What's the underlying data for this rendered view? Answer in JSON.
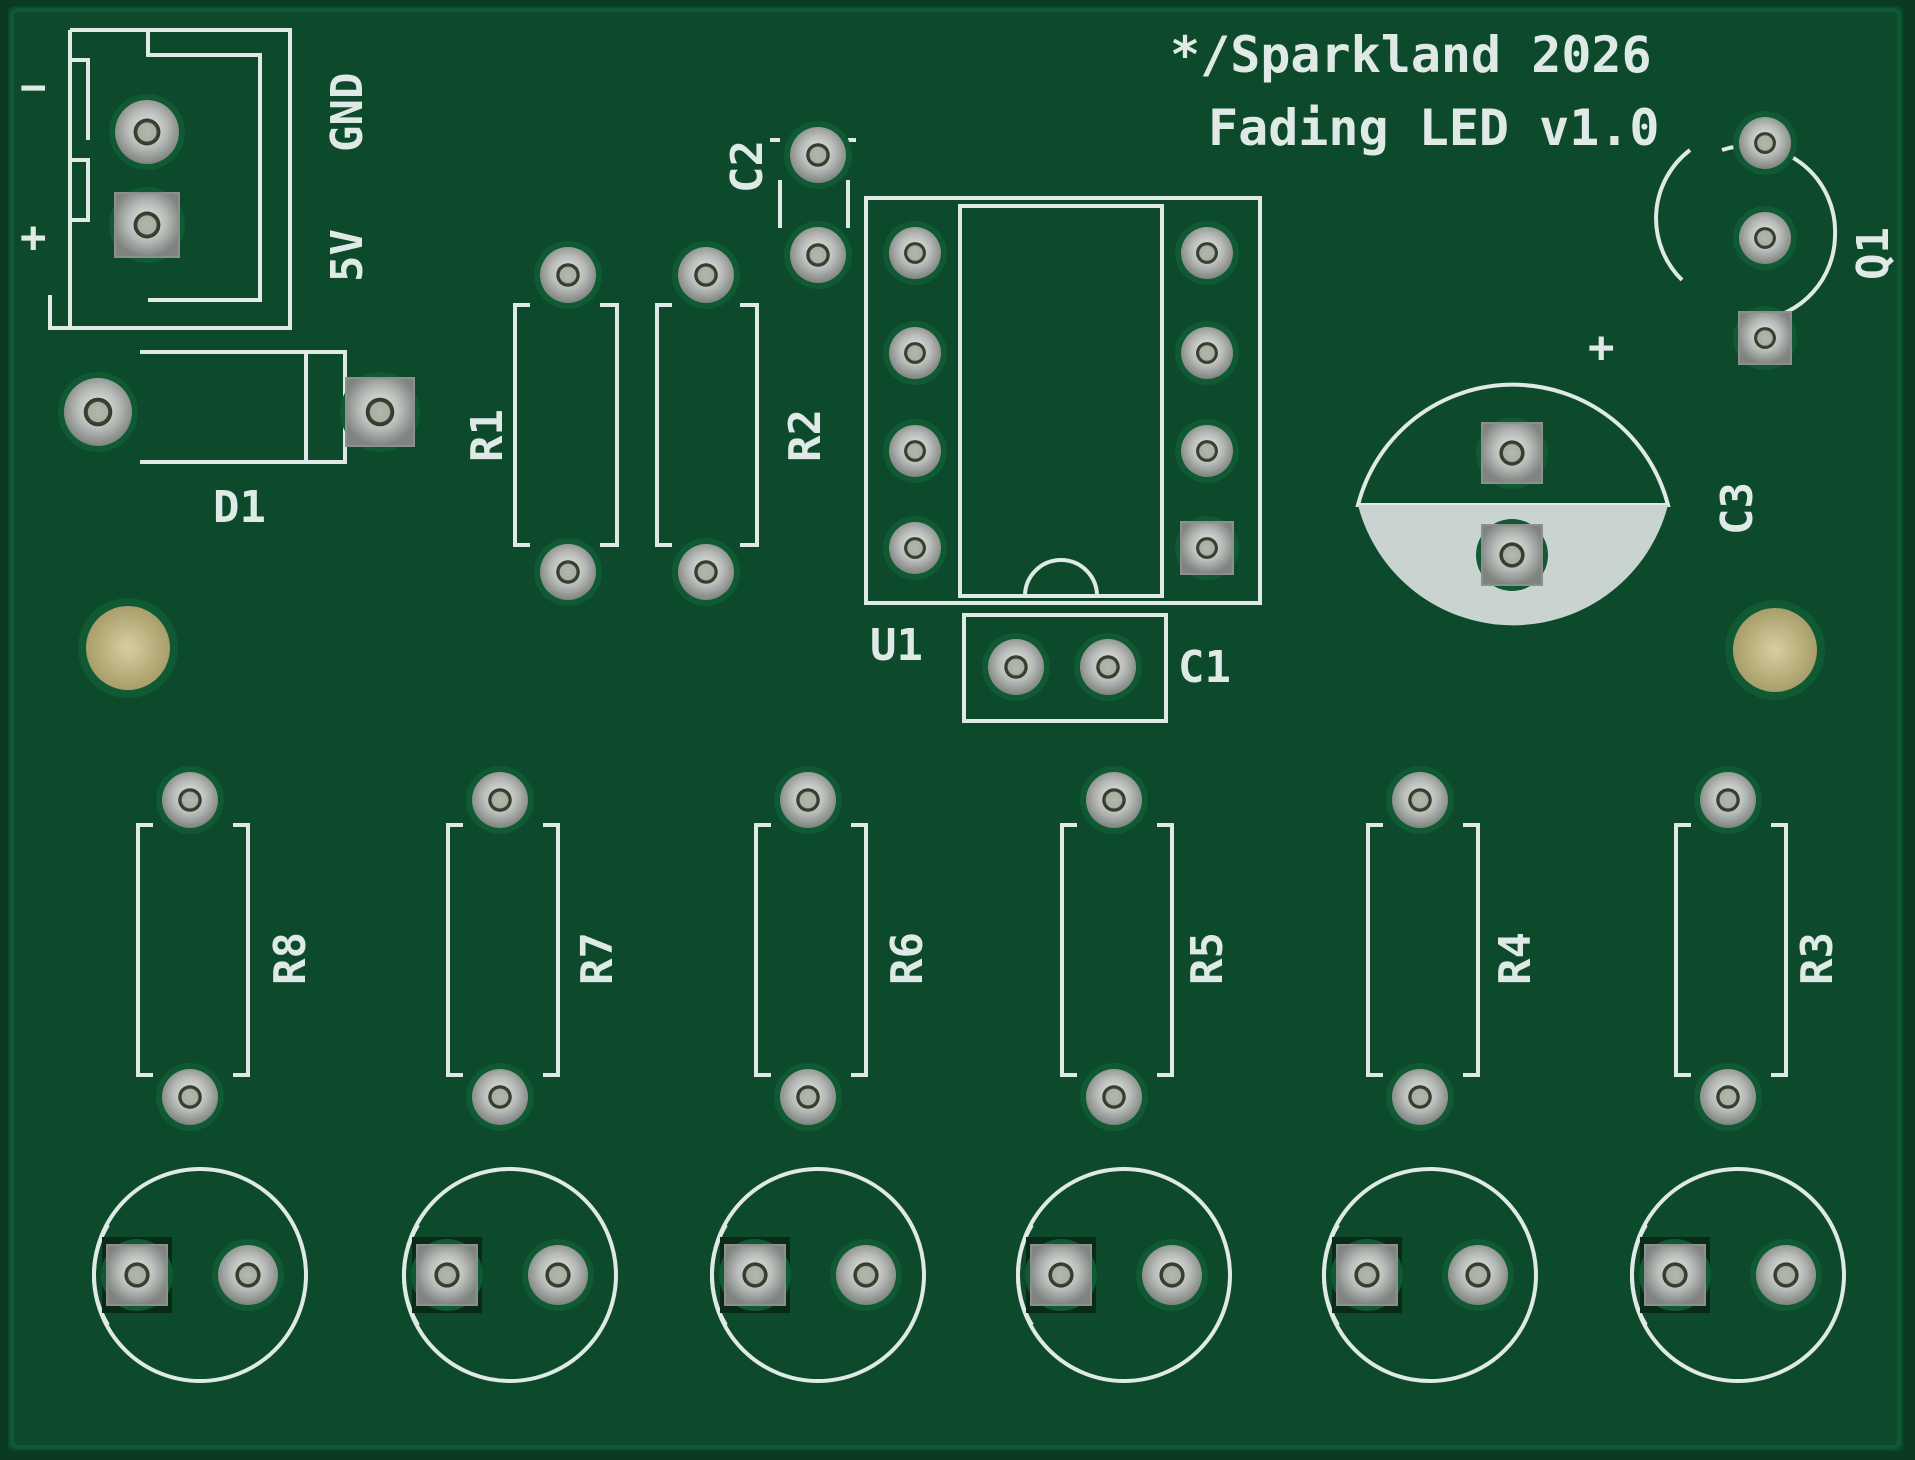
{
  "board": {
    "title_line1": "*/Sparkland 2026",
    "title_line2": "Fading LED v1.0",
    "colors": {
      "substrate": "#0c4a2b",
      "silkscreen": "#dfe9e6",
      "pad": "#b9bcb8",
      "mask_edge": "#0f5a33"
    }
  },
  "labels": {
    "power_minus": "−",
    "power_plus": "+",
    "gnd": "GND",
    "v5": "5V",
    "d1": "D1",
    "r1": "R1",
    "r2": "R2",
    "c2": "C2",
    "u1": "U1",
    "c1": "C1",
    "c3": "C3",
    "c3_plus": "+",
    "q1": "Q1",
    "r8": "R8",
    "r7": "R7",
    "r6": "R6",
    "r5": "R5",
    "r4": "R4",
    "r3": "R3"
  }
}
